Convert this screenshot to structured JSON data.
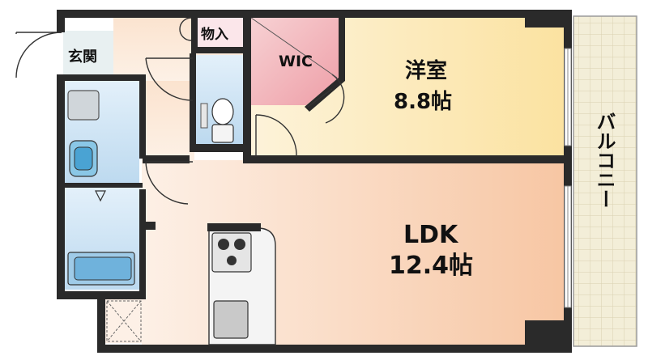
{
  "rooms": {
    "genkan": {
      "label": "玄関"
    },
    "storage": {
      "label": "物入"
    },
    "wic": {
      "label": "WIC"
    },
    "western": {
      "label": "洋室",
      "size": "8.8帖"
    },
    "ldk": {
      "label": "LDK",
      "size": "12.4帖"
    },
    "balcony": {
      "label": "バルコニー"
    }
  },
  "colors": {
    "wall": "#2a2a2a",
    "ldk_floor": "#f9d3b6",
    "western_floor": "#fbe6a8",
    "wic_floor": "#f0a6ae",
    "wet_area": "#c6e0f4",
    "genkan_floor": "#e6eef0",
    "balcony_floor": "#f2edd6",
    "balcony_grid": "#d8d0b4"
  }
}
